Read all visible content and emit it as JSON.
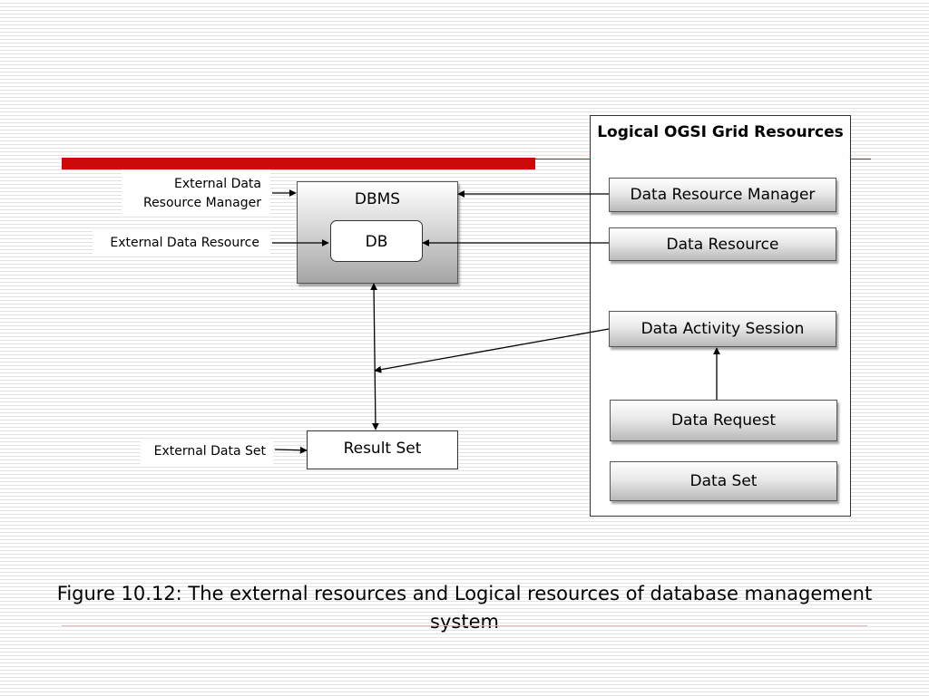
{
  "panel": {
    "title": "Logical OGSI Grid Resources",
    "items": [
      "Data Resource Manager",
      "Data Resource",
      "Data Activity Session",
      "Data Request",
      "Data Set"
    ]
  },
  "dbms": {
    "label": "DBMS",
    "db_label": "DB"
  },
  "result_set": {
    "label": "Result Set"
  },
  "external": {
    "data_resource_manager": "External Data Resource Manager",
    "data_resource": "External Data Resource",
    "data_set": "External Data Set"
  },
  "caption": "Figure 10.12: The external resources and Logical resources of database management system",
  "colors": {
    "accent": "#cc0a0a"
  }
}
